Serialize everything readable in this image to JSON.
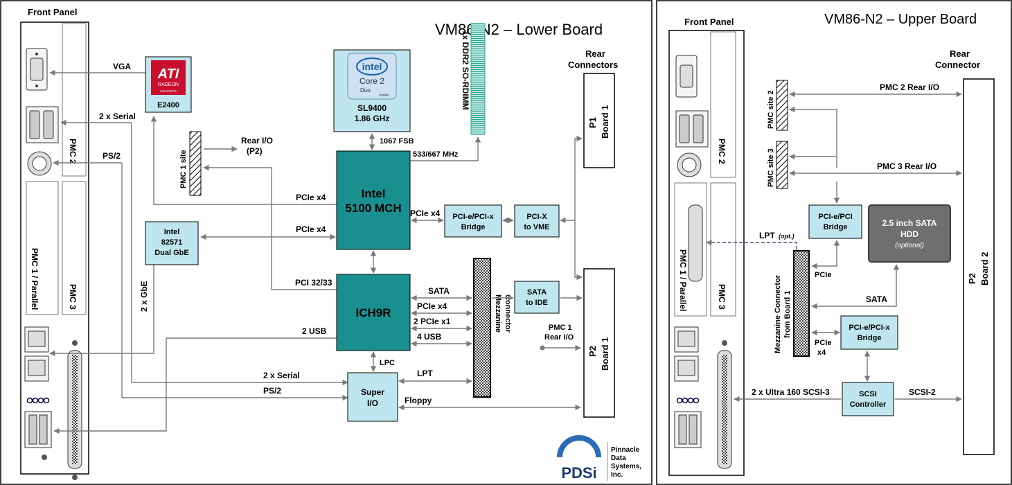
{
  "lower": {
    "title": "VM86-N2 – Lower Board",
    "front_panel": "Front Panel",
    "pmc2": "PMC 2",
    "pmc3": "PMC 3",
    "pmc1_parallel": "PMC 1 / Parallel",
    "vga": "VGA",
    "serial2": "2 x Serial",
    "ps2": "PS/2",
    "gbe2": "2 x GbE",
    "ati_logo": "ATI",
    "ati_sub": "RADEON",
    "ati_sub2": "GRAPHICS",
    "ati_label": "E2400",
    "cpu_brand": "intel",
    "cpu_line": "Core 2",
    "cpu_duo": "Duo",
    "cpu_inside": "inside",
    "cpu_model": "SL9400",
    "cpu_speed": "1.86 GHz",
    "fsb": "1067 FSB",
    "mem_speed": "533/667 MHz",
    "dimm": "1x DDR2 SO-RDIMM",
    "pmc1_site": "PMC 1 site",
    "rear_io": "Rear I/O",
    "rear_io_p2": "(P2)",
    "mch_l1": "Intel",
    "mch_l2": "5100 MCH",
    "pcie_x4_ati": "PCIe x4",
    "pcie_x4_gbe": "PCIe x4",
    "pcie_x4_bridge": "PCIe x4",
    "gbe_l1": "Intel",
    "gbe_l2": "82571",
    "gbe_l3": "Dual GbE",
    "bridge_l1": "PCI-e/PCI-x",
    "bridge_l2": "Bridge",
    "vme_l1": "PCI-X",
    "vme_l2": "to VME",
    "pci3233": "PCI 32/33",
    "ich": "ICH9R",
    "sata": "SATA",
    "pcie_x4_mezz": "PCIe x4",
    "pcie_x1": "2 PCIe x1",
    "usb4": "4  USB",
    "usb2": "2 USB",
    "lpc": "LPC",
    "lpt": "LPT",
    "floppy": "Floppy",
    "serial2b": "2 x Serial",
    "ps2b": "PS/2",
    "superio_l1": "Super",
    "superio_l2": "I/O",
    "mezz": "Mezzanine",
    "mezz2": "Connector",
    "sata_ide_l1": "SATA",
    "sata_ide_l2": "to IDE",
    "rear_connectors_1": "Rear",
    "rear_connectors_2": "Connectors",
    "p1": "P1",
    "board1": "Board 1",
    "p2": "P2",
    "board1b": "Board 1",
    "pmc1_rear_1": "PMC 1",
    "pmc1_rear_2": "Rear I/O",
    "pdsi": "PDSi",
    "company_1": "Pinnacle",
    "company_2": "Data",
    "company_3": "Systems,",
    "company_4": "Inc."
  },
  "upper": {
    "title": "VM86-N2 – Upper Board",
    "front_panel": "Front Panel",
    "pmc2": "PMC 2",
    "pmc3": "PMC 3",
    "pmc1_parallel": "PMC 1 / Parallel",
    "rear_1": "Rear",
    "rear_2": "Connector",
    "pmc_site2": "PMC site 2",
    "pmc_site3": "PMC site 3",
    "pmc2_rear": "PMC 2 Rear I/O",
    "pmc3_rear": "PMC 3 Rear I/O",
    "bridge1_l1": "PCI-e/PCI",
    "bridge1_l2": "Bridge",
    "hdd_l1": "2.5 inch SATA",
    "hdd_l2": "HDD",
    "hdd_l3": "(optional)",
    "lpt": "LPT",
    "lpt_opt": "(opt.)",
    "pcie": "PCIe",
    "sata": "SATA",
    "mezz_l1": "Mezzanine Connector",
    "mezz_l2": "from Board 1",
    "pcie_x4_l1": "PCIe",
    "pcie_x4_l2": "x4",
    "bridge2_l1": "PCI-e/PCI-x",
    "bridge2_l2": "Bridge",
    "scsi_label": "2 x Ultra 160 SCSI-3",
    "scsi_ctrl_l1": "SCSI",
    "scsi_ctrl_l2": "Controller",
    "scsi2": "SCSI-2",
    "p2": "P2",
    "board2": "Board 2"
  }
}
